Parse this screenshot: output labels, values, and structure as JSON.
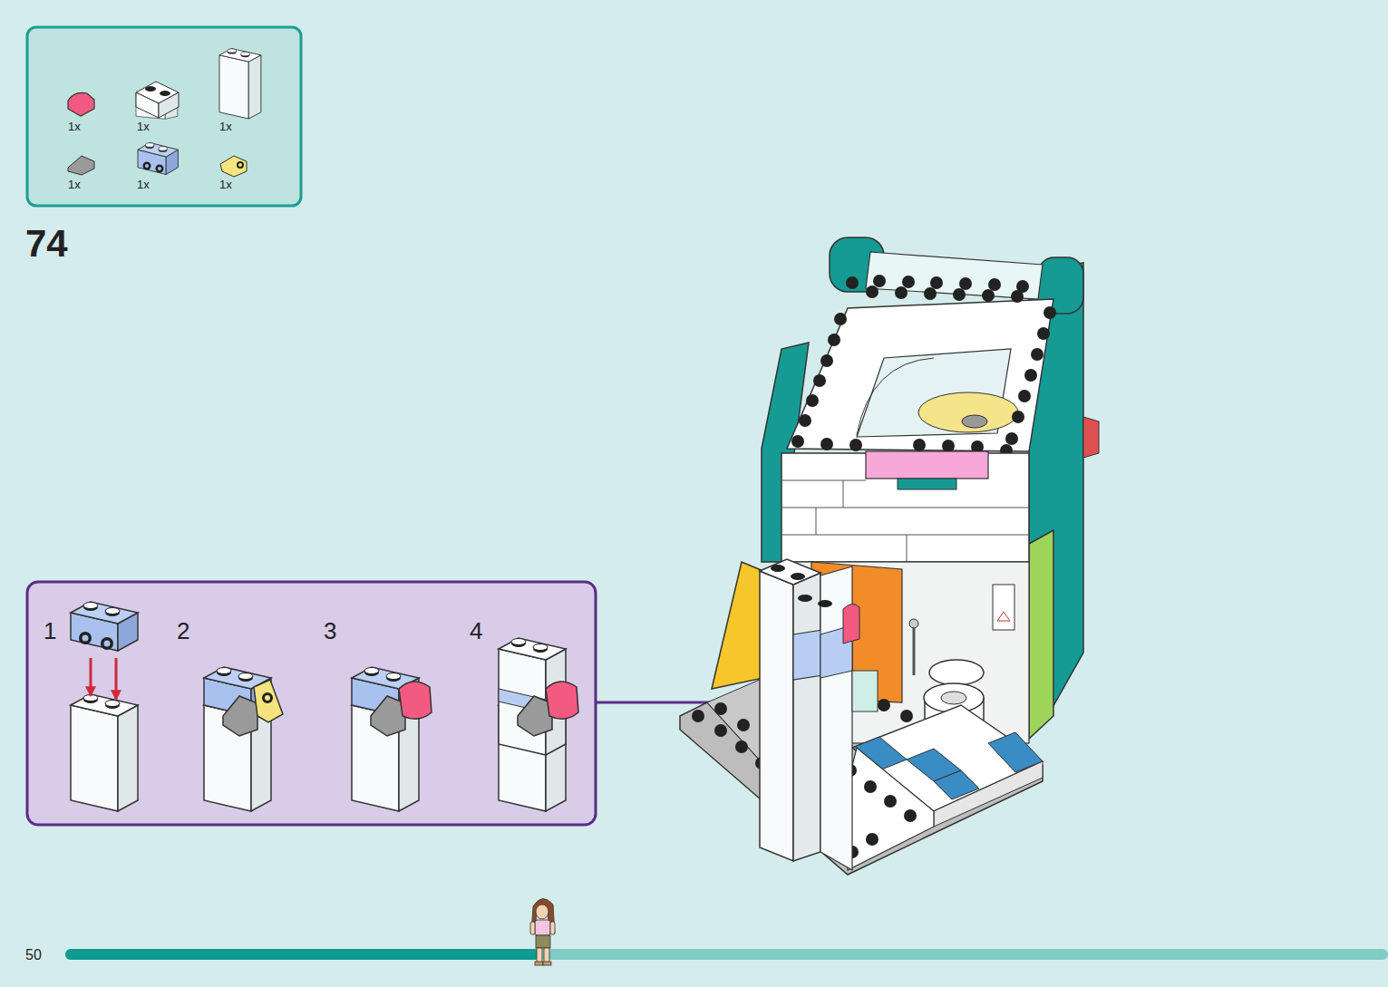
{
  "diagram": {
    "nodes": [
      {
        "text": [
          "1x",
          "1x",
          "1x",
          "1x",
          "1x",
          "1x"
        ]
      },
      {
        "text": [
          "1",
          "2",
          "3",
          "4"
        ]
      }
    ],
    "labels": [
      "74",
      "50"
    ]
  }
}
